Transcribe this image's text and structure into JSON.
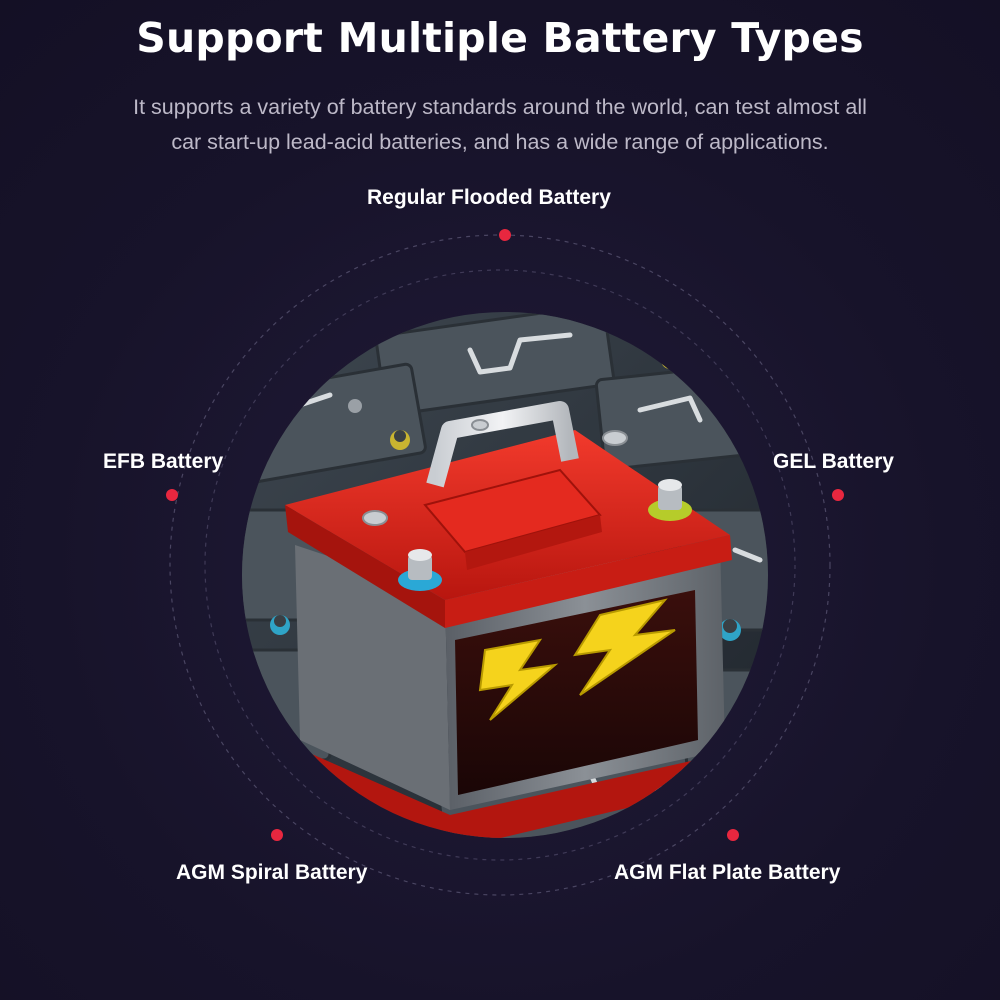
{
  "header": {
    "title": "Support Multiple Battery Types",
    "description_line1": "It supports a variety of battery standards around the world, can test almost all",
    "description_line2": "car start-up lead-acid batteries, and has a wide range of applications."
  },
  "battery_types": [
    {
      "label": "Regular Flooded Battery"
    },
    {
      "label": "EFB Battery"
    },
    {
      "label": "GEL Battery"
    },
    {
      "label": "AGM Spiral Battery"
    },
    {
      "label": "AGM Flat Plate Battery"
    }
  ],
  "colors": {
    "background": "#17132a",
    "accent_dot": "#e8273f",
    "battery_red": "#e02424",
    "bolt_yellow": "#f5d31c"
  },
  "icons": {
    "bolt_left": "lightning-bolt-icon",
    "bolt_right": "lightning-bolt-icon"
  }
}
